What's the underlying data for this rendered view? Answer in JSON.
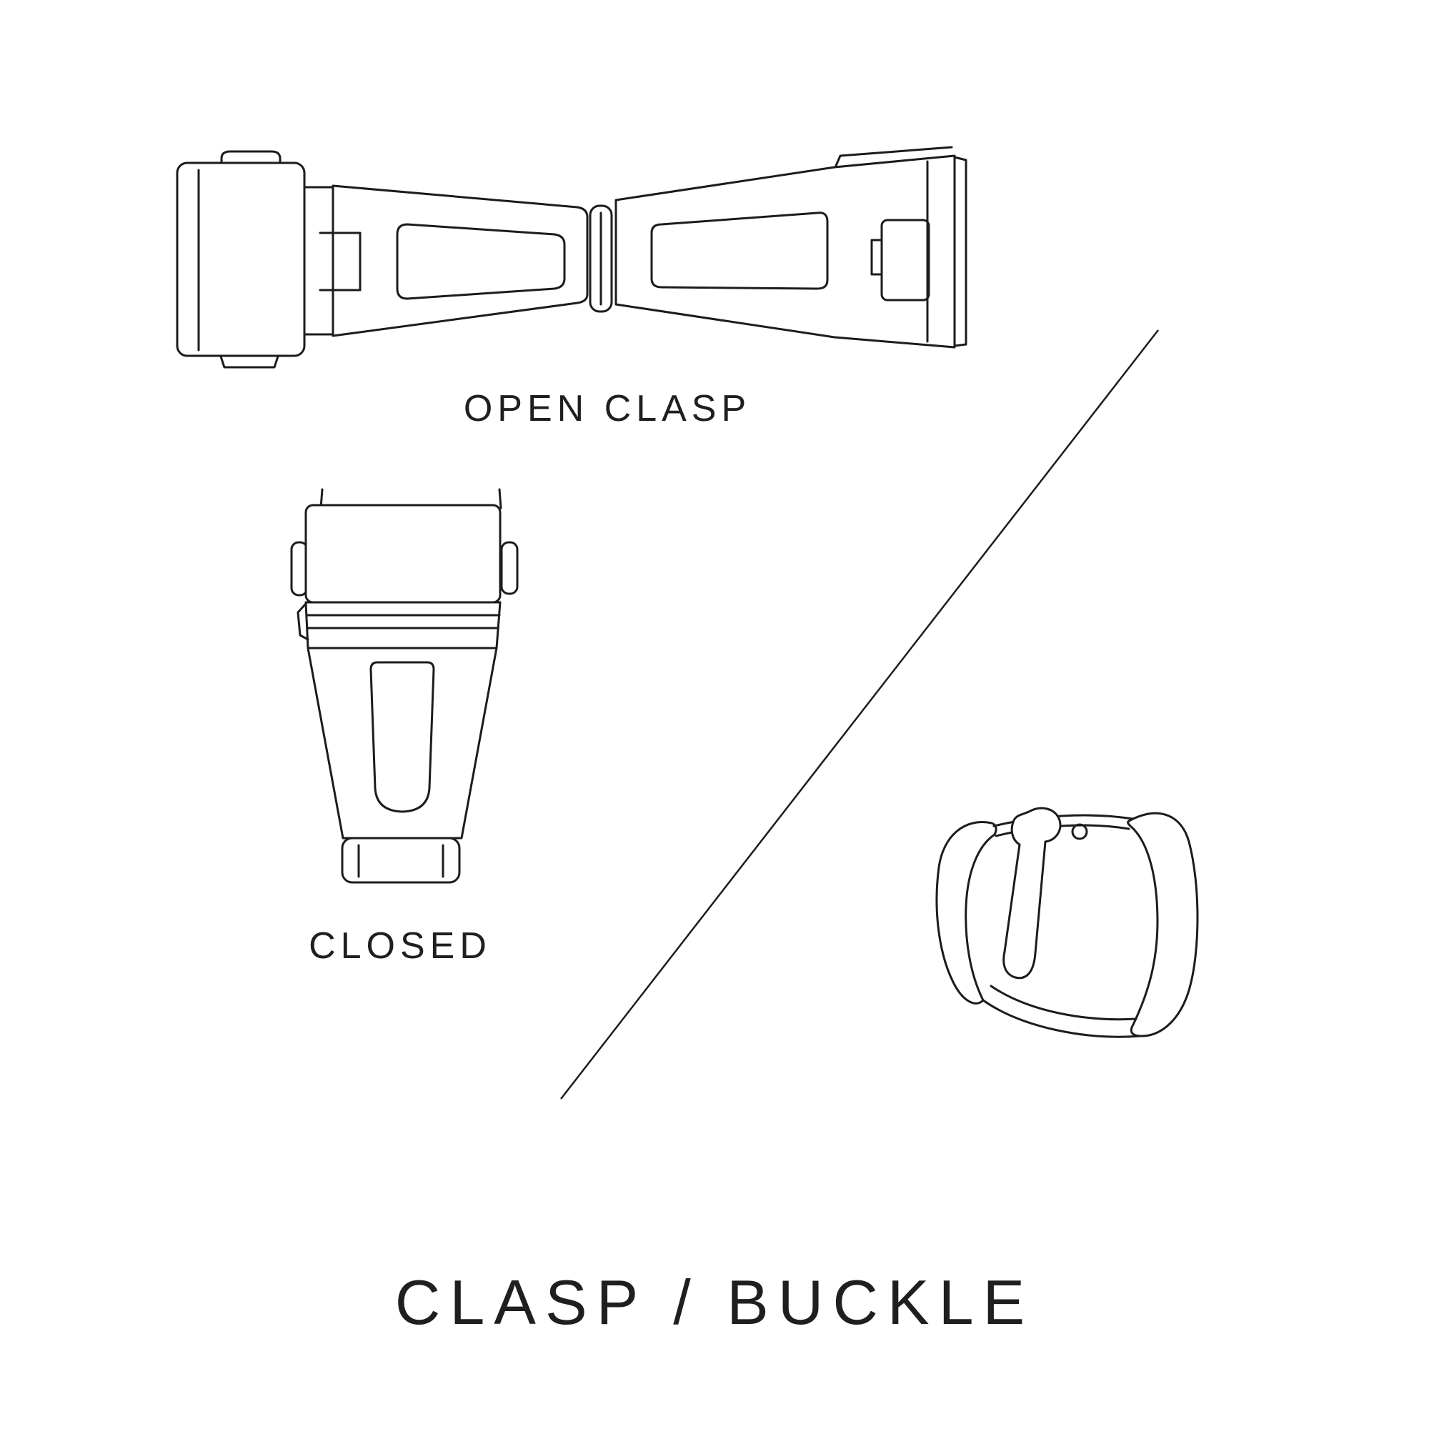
{
  "title": "CLASP / BUCKLE",
  "colors": {
    "background": "#ffffff",
    "line": "#1c1c1c",
    "text": "#1f1f1f"
  },
  "figures": [
    {
      "name": "open-clasp-illustration",
      "label": "OPEN CLASP"
    },
    {
      "name": "closed-clasp-illustration",
      "label": "CLOSED"
    },
    {
      "name": "tang-buckle-illustration"
    }
  ]
}
